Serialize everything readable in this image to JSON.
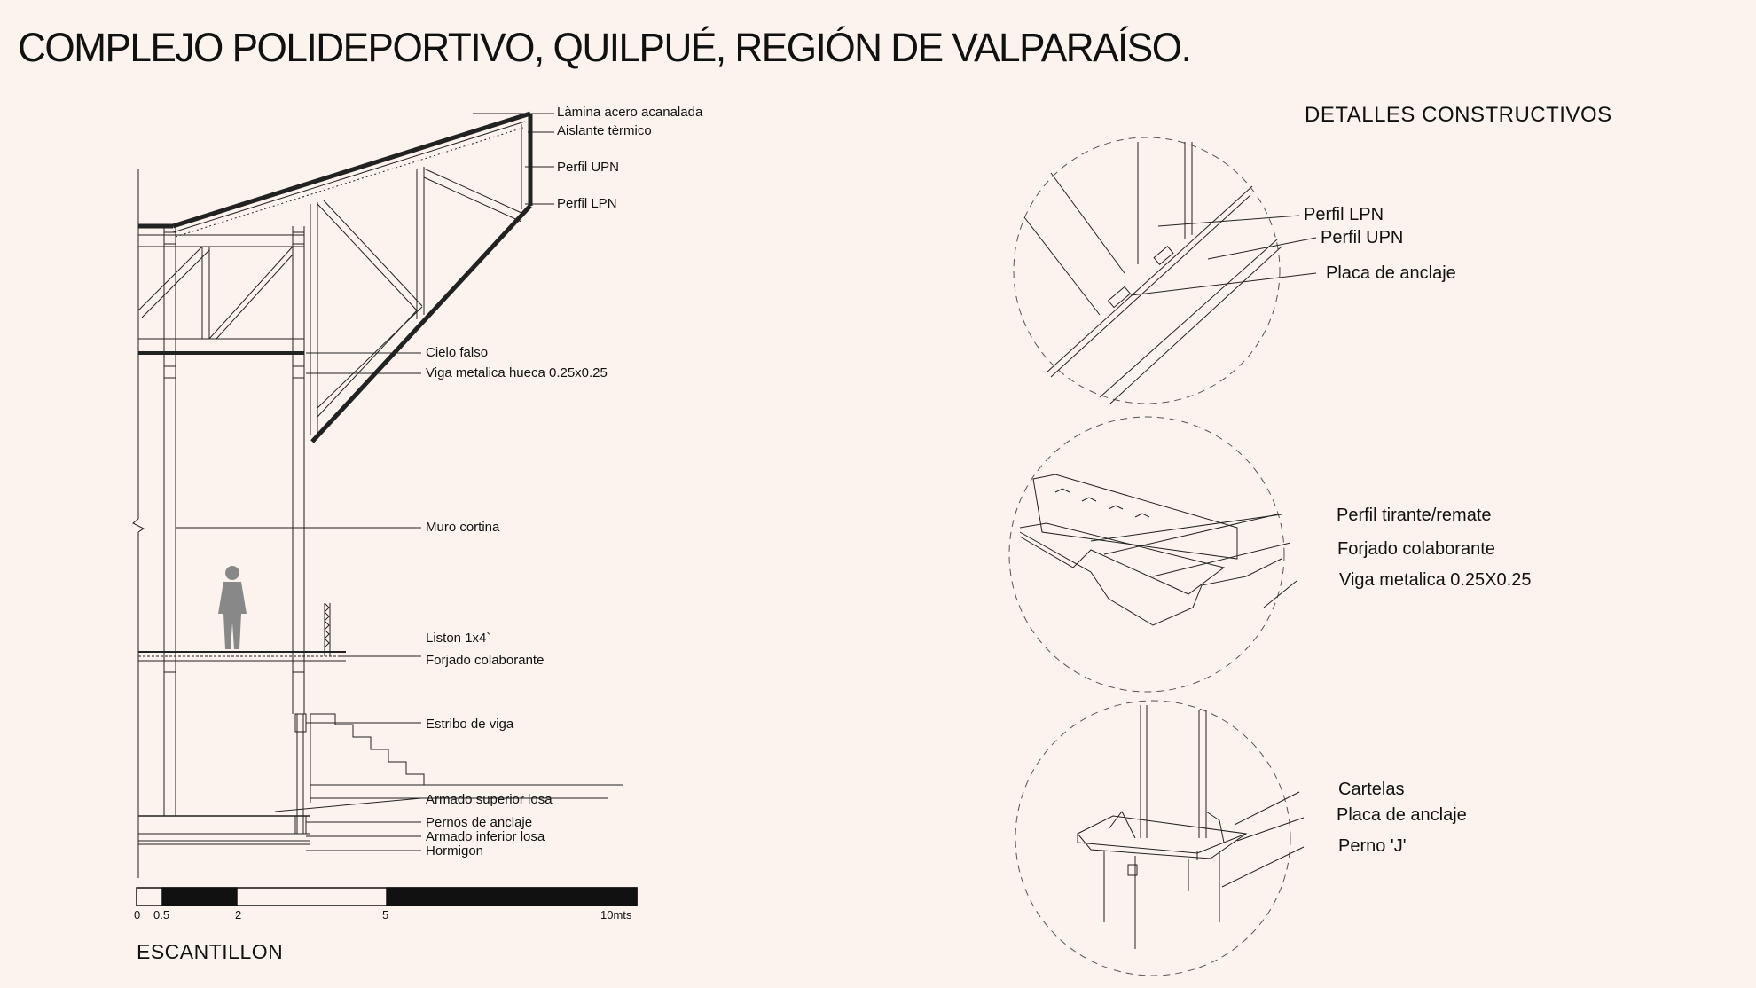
{
  "title": "COMPLEJO POLIDEPORTIVO, QUILPUÉ, REGIÓN DE VALPARAÍSO.",
  "details_title": "DETALLES CONSTRUCTIVOS",
  "section_labels": [
    "Làmina acero acanalada",
    "Aislante tèrmico",
    "Perfil UPN",
    "Perfil LPN",
    "Cielo falso",
    "Viga metalica hueca 0.25x0.25",
    "Muro cortina",
    "Liston 1x4`",
    "Forjado colaborante",
    "Estribo de viga",
    "Armado superior losa",
    "Pernos de anclaje",
    "Armado inferior losa",
    "Hormigon"
  ],
  "detail_1_labels": [
    "Perfil LPN",
    "Perfil  UPN",
    "Placa de anclaje"
  ],
  "detail_2_labels": [
    "Perfil tirante/remate",
    "Forjado colaborante",
    "Viga metalica 0.25X0.25"
  ],
  "detail_3_labels": [
    "Cartelas",
    "Placa de anclaje",
    "Perno 'J'"
  ],
  "scale": {
    "ticks": [
      "0",
      "0.5",
      "2",
      "5",
      "10mts"
    ],
    "caption": "ESCANTILLON"
  }
}
